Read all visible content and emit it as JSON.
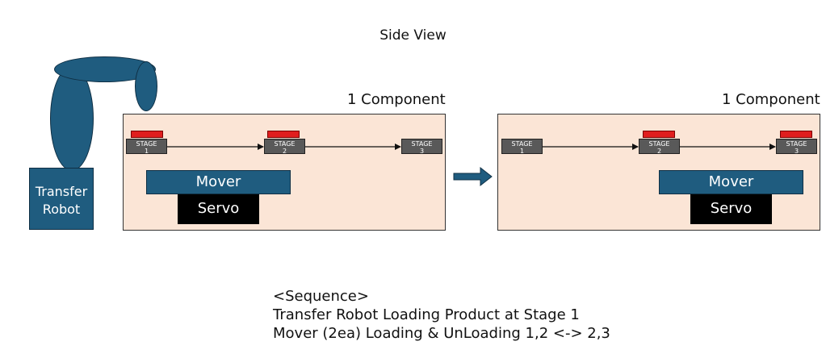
{
  "title": "Side View",
  "robot": {
    "line1": "Transfer",
    "line2": "Robot"
  },
  "panels": [
    {
      "label": "1 Component",
      "stages": [
        {
          "word": "STAGE",
          "num": "1"
        },
        {
          "word": "STAGE",
          "num": "2"
        },
        {
          "word": "STAGE",
          "num": "3"
        }
      ],
      "mover": "Mover",
      "servo": "Servo"
    },
    {
      "label": "1 Component",
      "stages": [
        {
          "word": "STAGE",
          "num": "1"
        },
        {
          "word": "STAGE",
          "num": "2"
        },
        {
          "word": "STAGE",
          "num": "3"
        }
      ],
      "mover": "Mover",
      "servo": "Servo"
    }
  ],
  "sequence": {
    "heading": "<Sequence>",
    "line1": "Transfer Robot Loading Product at Stage 1",
    "line2": "Mover (2ea) Loading & UnLoading 1,2 <-> 2,3"
  },
  "colors": {
    "panel_fill": "#fbe5d6",
    "robot_blue": "#1f5c7f",
    "stage_gray": "#595959",
    "product_red": "#e01e1e",
    "servo_black": "#000000"
  }
}
